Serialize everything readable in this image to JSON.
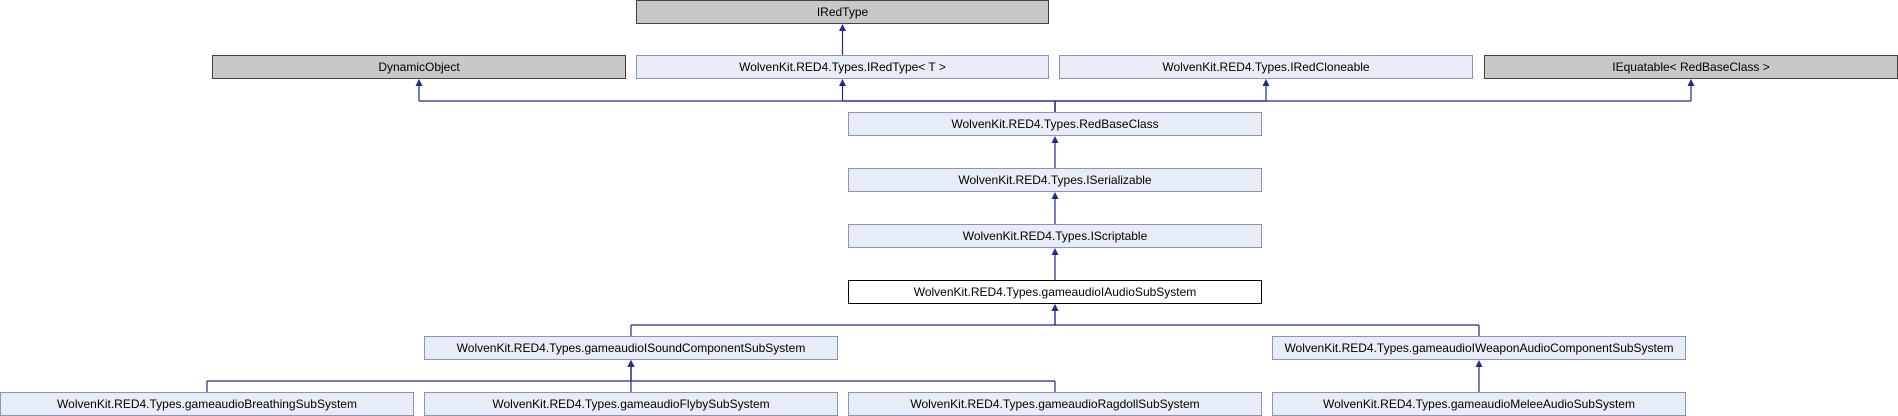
{
  "diagram": {
    "type": "class-inheritance",
    "nodes": {
      "iredtype": {
        "label": "IRedType",
        "kind": "external"
      },
      "dynamicobject": {
        "label": "DynamicObject",
        "kind": "external"
      },
      "iredtype_t": {
        "label": "WolvenKit.RED4.Types.IRedType< T >",
        "kind": "class"
      },
      "iredcloneable": {
        "label": "WolvenKit.RED4.Types.IRedCloneable",
        "kind": "class"
      },
      "iequatable": {
        "label": "IEquatable< RedBaseClass >",
        "kind": "external"
      },
      "redbaseclass": {
        "label": "WolvenKit.RED4.Types.RedBaseClass",
        "kind": "class"
      },
      "iserializable": {
        "label": "WolvenKit.RED4.Types.ISerializable",
        "kind": "class"
      },
      "iscriptable": {
        "label": "WolvenKit.RED4.Types.IScriptable",
        "kind": "class"
      },
      "audiosubsystem": {
        "label": "WolvenKit.RED4.Types.gameaudioIAudioSubSystem",
        "kind": "current"
      },
      "soundcomponent": {
        "label": "WolvenKit.RED4.Types.gameaudioISoundComponentSubSystem",
        "kind": "class"
      },
      "weaponaudio": {
        "label": "WolvenKit.RED4.Types.gameaudioIWeaponAudioComponentSubSystem",
        "kind": "class"
      },
      "breathing": {
        "label": "WolvenKit.RED4.Types.gameaudioBreathingSubSystem",
        "kind": "class"
      },
      "flyby": {
        "label": "WolvenKit.RED4.Types.gameaudioFlybySubSystem",
        "kind": "class"
      },
      "ragdoll": {
        "label": "WolvenKit.RED4.Types.gameaudioRagdollSubSystem",
        "kind": "class"
      },
      "melee": {
        "label": "WolvenKit.RED4.Types.gameaudioMeleeAudioSubSystem",
        "kind": "class"
      }
    },
    "edges": [
      {
        "from": "iredtype_t",
        "to": "iredtype"
      },
      {
        "from": "redbaseclass",
        "to": "dynamicobject"
      },
      {
        "from": "redbaseclass",
        "to": "iredtype_t"
      },
      {
        "from": "redbaseclass",
        "to": "iredcloneable"
      },
      {
        "from": "redbaseclass",
        "to": "iequatable"
      },
      {
        "from": "iserializable",
        "to": "redbaseclass"
      },
      {
        "from": "iscriptable",
        "to": "iserializable"
      },
      {
        "from": "audiosubsystem",
        "to": "iscriptable"
      },
      {
        "from": "soundcomponent",
        "to": "audiosubsystem"
      },
      {
        "from": "weaponaudio",
        "to": "audiosubsystem"
      },
      {
        "from": "breathing",
        "to": "soundcomponent"
      },
      {
        "from": "flyby",
        "to": "soundcomponent"
      },
      {
        "from": "ragdoll",
        "to": "soundcomponent"
      },
      {
        "from": "melee",
        "to": "weaponaudio"
      }
    ]
  }
}
